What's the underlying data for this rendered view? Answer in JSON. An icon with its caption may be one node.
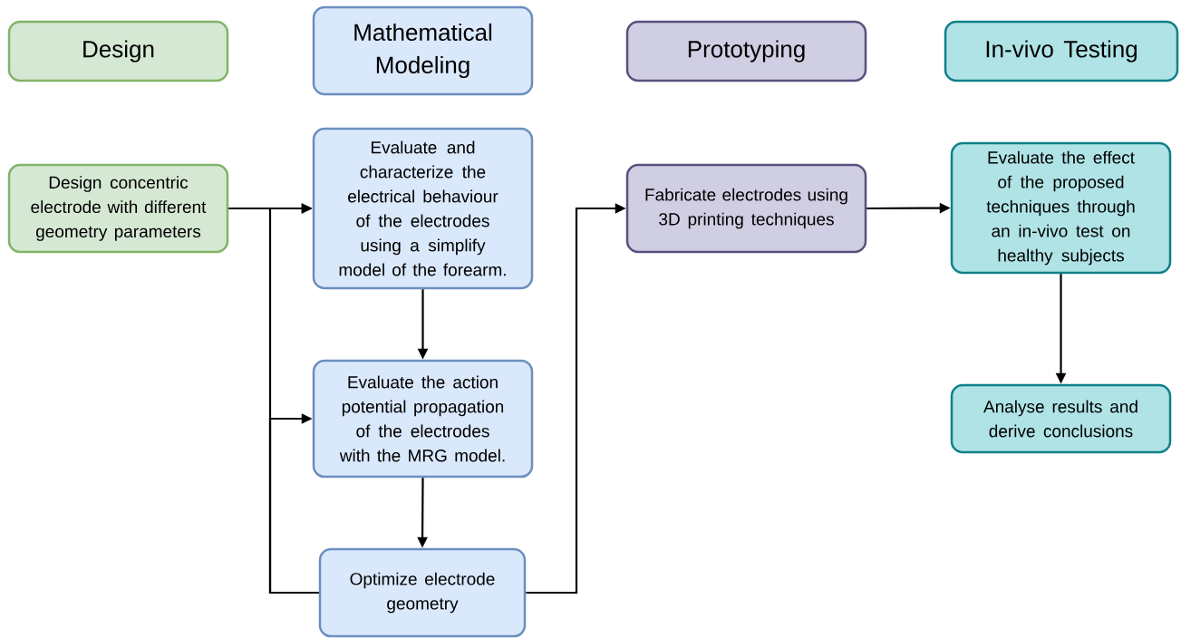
{
  "diagram": {
    "nodes": [
      {
        "text": [
          "Design"
        ]
      },
      {
        "text": [
          "Mathematical Modeling"
        ]
      },
      {
        "text": [
          "Prototyping"
        ]
      },
      {
        "text": [
          "In-vivo Testing"
        ]
      },
      {
        "text": [
          "Design concentric electrode with different geometry parameters"
        ]
      },
      {
        "text": [
          "Evaluate and characterize the electrical behaviour of the electrodes using a simplify model of the forearm."
        ]
      },
      {
        "text": [
          "Evaluate the action potential propagation of the electrodes with the MRG model."
        ]
      },
      {
        "text": [
          "Optimize electrode geometry"
        ]
      },
      {
        "text": [
          "Fabricate electrodes using 3D printing techniques"
        ]
      },
      {
        "text": [
          "Evaluate the effect of the proposed techniques through an in-vivo test on healthy subjects"
        ]
      },
      {
        "text": [
          "Analyse results and derive conclusions"
        ]
      }
    ],
    "edges": [
      {
        "from": 4,
        "to": 5,
        "arrow": "to"
      },
      {
        "from": 7,
        "to": 5,
        "arrow": "to"
      },
      {
        "from": 7,
        "to": 6,
        "arrow": "to"
      },
      {
        "from": 5,
        "to": 6,
        "arrow": "to"
      },
      {
        "from": 6,
        "to": 7,
        "arrow": "to"
      },
      {
        "from": 7,
        "to": 8,
        "arrow": "to"
      },
      {
        "from": 8,
        "to": 9,
        "arrow": "to"
      },
      {
        "from": 9,
        "to": 10,
        "arrow": "to"
      }
    ]
  }
}
